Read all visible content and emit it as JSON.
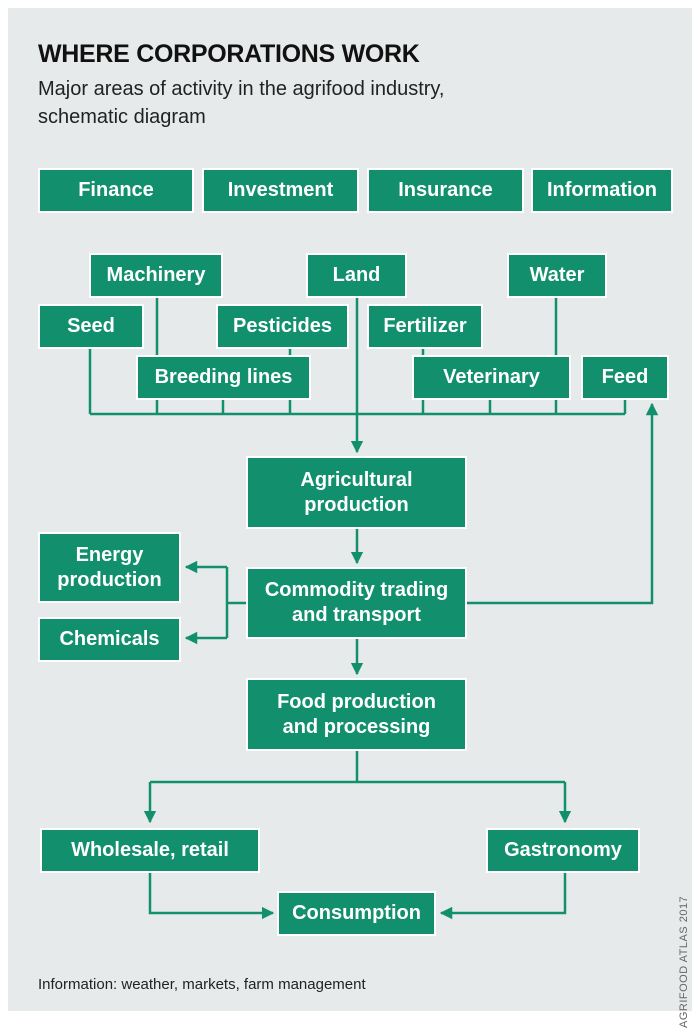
{
  "title": "WHERE CORPORATIONS WORK",
  "subtitle": "Major areas of activity in the agrifood industry, schematic diagram",
  "colors": {
    "box": "#12906e",
    "line": "#12906e",
    "background": "#e7eaea"
  },
  "top_row": {
    "finance": "Finance",
    "investment": "Investment",
    "insurance": "Insurance",
    "information": "Information"
  },
  "inputs": {
    "machinery": "Machinery",
    "land": "Land",
    "water": "Water",
    "seed": "Seed",
    "pesticides": "Pesticides",
    "fertilizer": "Fertilizer",
    "breeding_lines": "Breeding lines",
    "veterinary": "Veterinary",
    "feed": "Feed"
  },
  "chain": {
    "agricultural_production": "Agricultural\nproduction",
    "commodity_trading": "Commodity trading\nand transport",
    "energy_production": "Energy\nproduction",
    "chemicals": "Chemicals",
    "food_production": "Food production\nand processing",
    "wholesale_retail": "Wholesale, retail",
    "gastronomy": "Gastronomy",
    "consumption": "Consumption"
  },
  "footnote": "Information: weather, markets, farm management",
  "credit": "AGRIFOOD ATLAS 2017"
}
